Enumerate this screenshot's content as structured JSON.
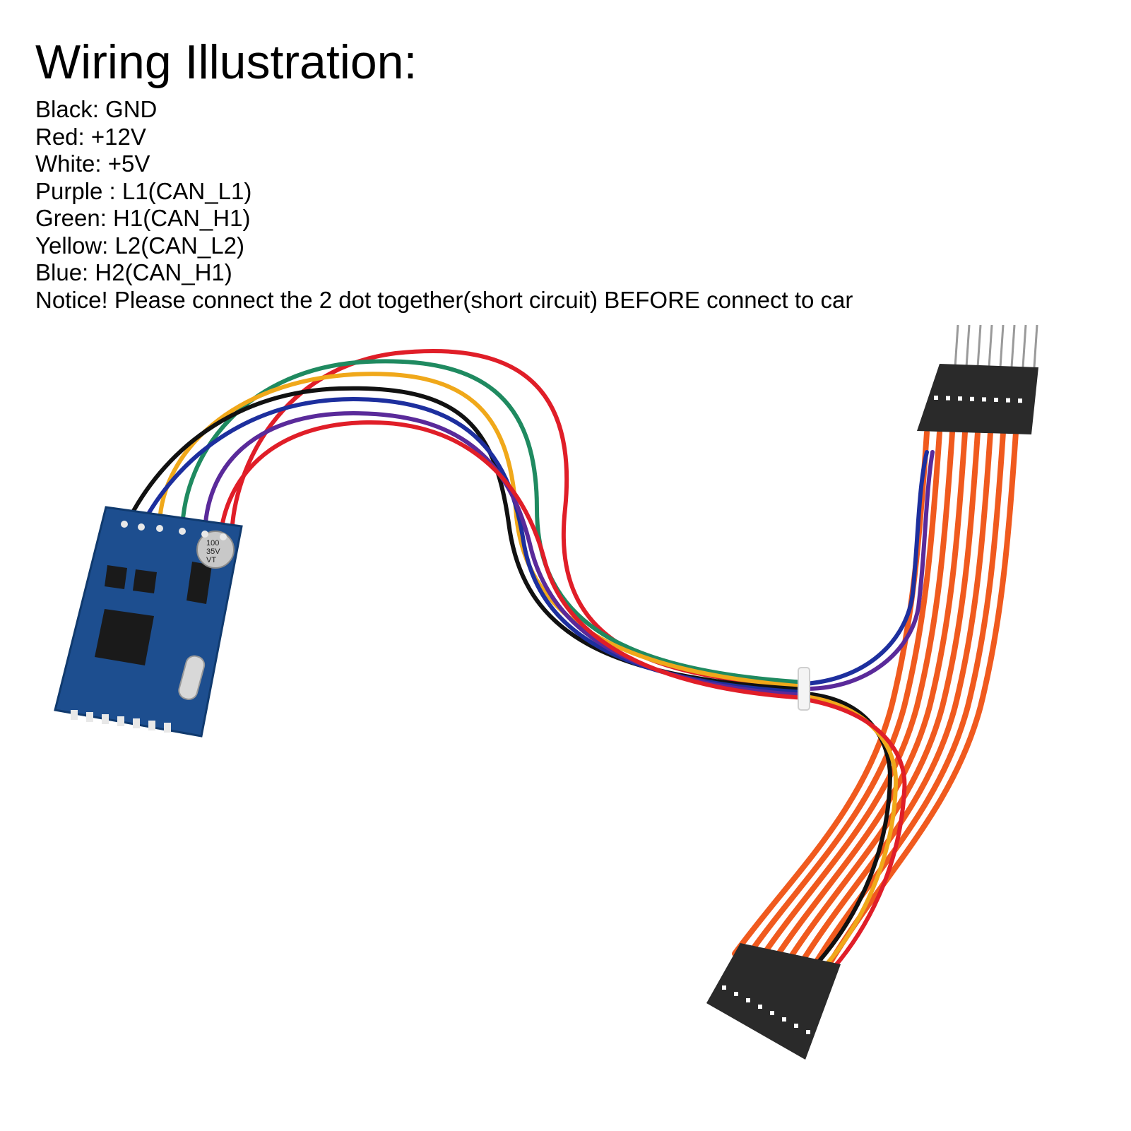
{
  "title": "Wiring Illustration:",
  "wiring": [
    {
      "label": "Black: GND",
      "color": "#111111"
    },
    {
      "label": "Red: +12V",
      "color": "#e01e28"
    },
    {
      "label": "White: +5V",
      "color": "#f2f2f2"
    },
    {
      "label": "Purple : L1(CAN_L1)",
      "color": "#5a2a9a"
    },
    {
      "label": "Green: H1(CAN_H1)",
      "color": "#1f8a60"
    },
    {
      "label": "Yellow: L2(CAN_L2)",
      "color": "#f0a81a"
    },
    {
      "label": "Blue: H2(CAN_H1)",
      "color": "#1d2f9e"
    }
  ],
  "notice": "Notice! Please connect the 2 dot together(short circuit) BEFORE connect to car",
  "pcb_colors": {
    "board": "#1d4e8f",
    "ribbon": "#f05a1e",
    "connector": "#2a2a2a"
  },
  "capacitor_lines": [
    "100",
    "35V",
    "VT"
  ]
}
